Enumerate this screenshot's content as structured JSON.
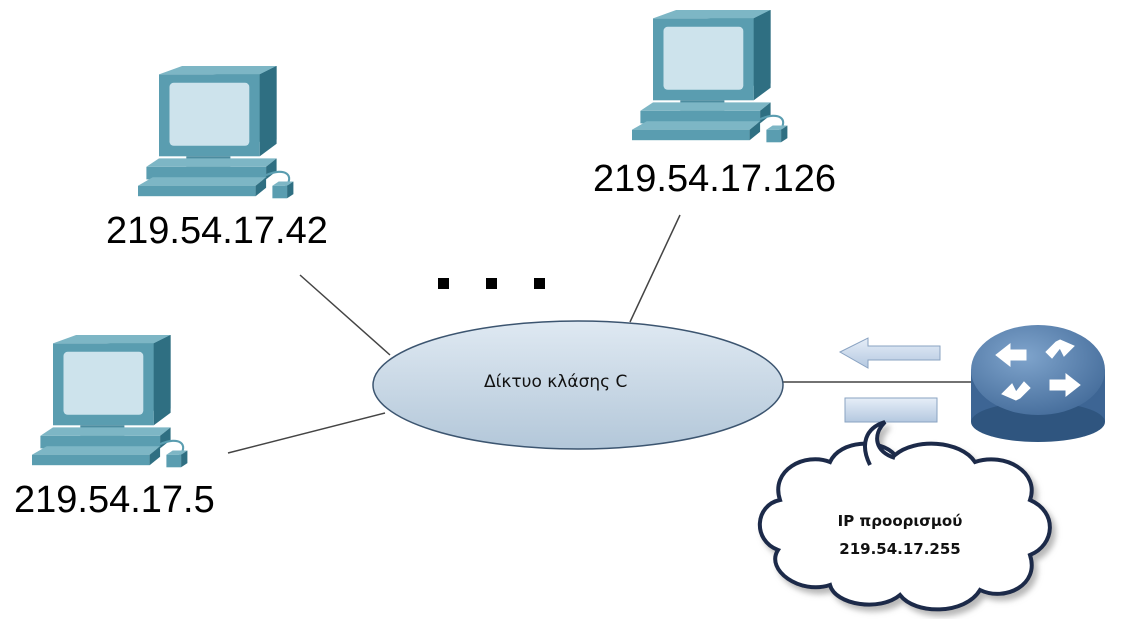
{
  "hosts": [
    {
      "id": "host-top-left",
      "ip": "219.54.17.42"
    },
    {
      "id": "host-top-right",
      "ip": "219.54.17.126"
    },
    {
      "id": "host-bottom-left",
      "ip": "219.54.17.5"
    }
  ],
  "network": {
    "label": "Δίκτυο κλάσης C"
  },
  "ellipsis": "· · ·",
  "callout": {
    "line1": "IP προορισμού",
    "line2": "219.54.17.255"
  },
  "colors": {
    "computer_body": "#5a9db0",
    "computer_dark": "#2f6f82",
    "computer_screen": "#cde3ec",
    "network_fill": "#c9d9e6",
    "router_fill": "#4f7aa6",
    "cloud_stroke": "#1b2a4a",
    "packet_fill": "#c5d6ea",
    "link_color": "#444444"
  }
}
